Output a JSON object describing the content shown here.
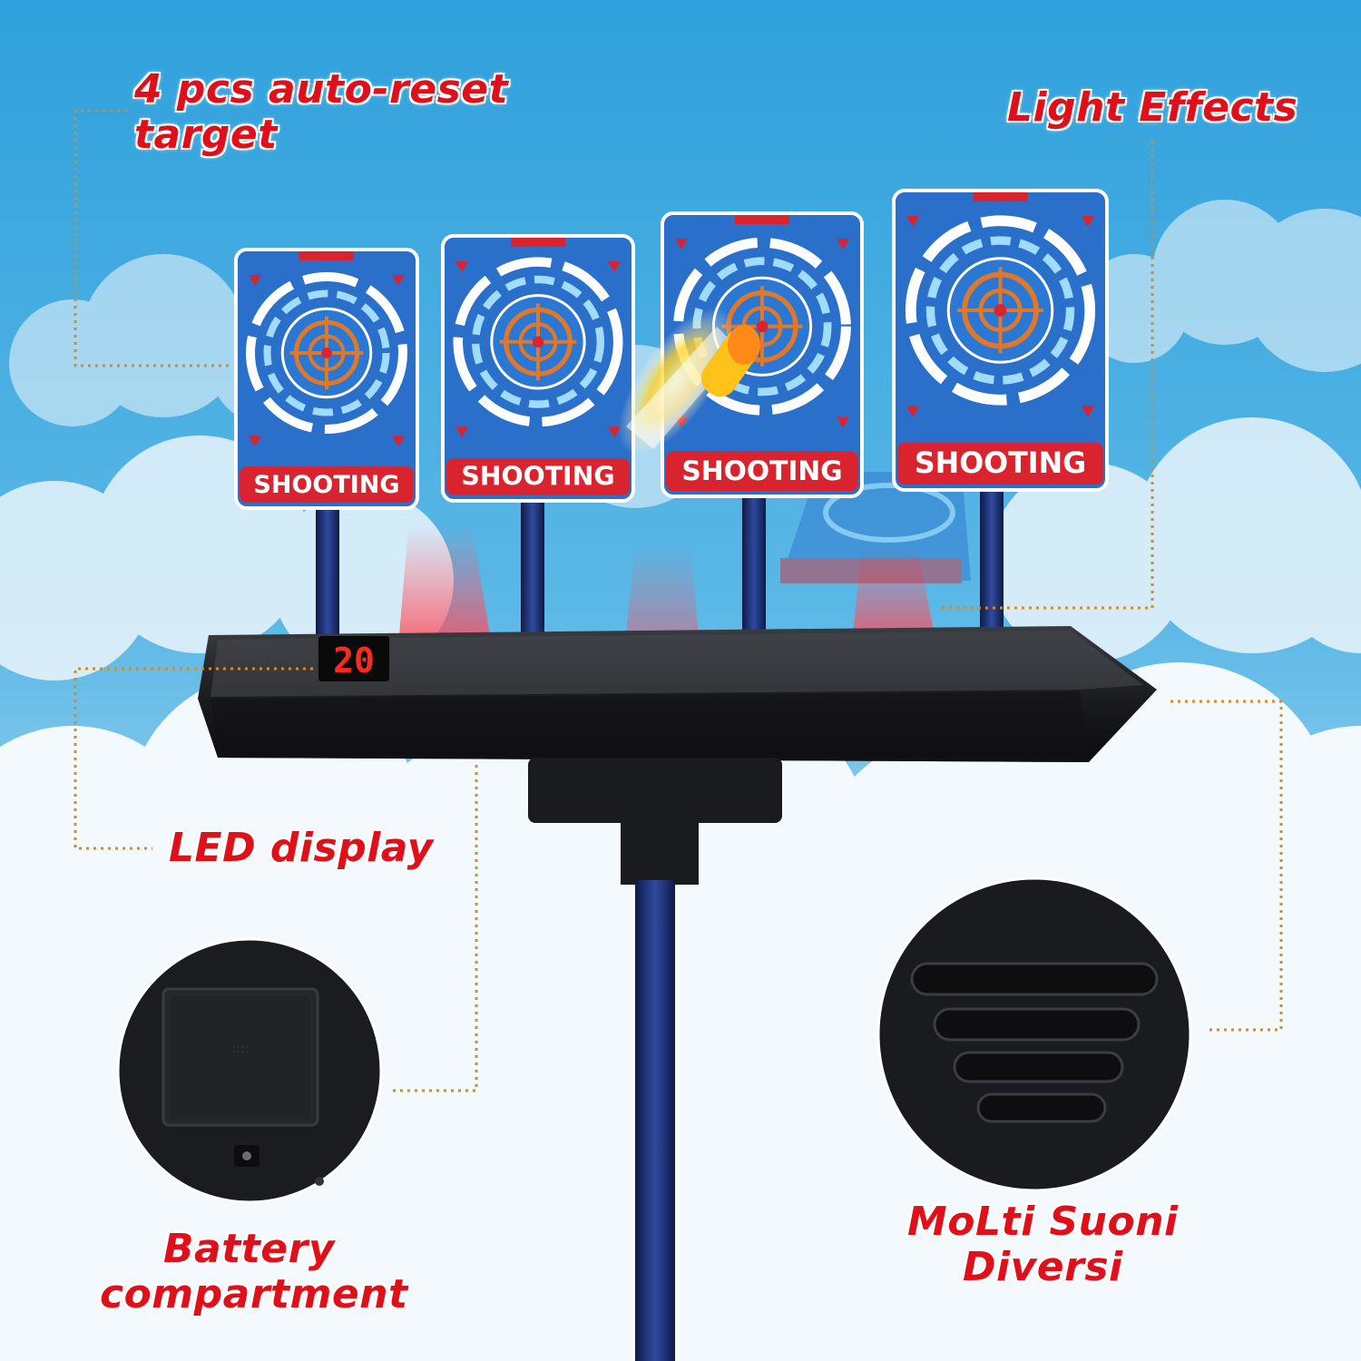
{
  "callouts": {
    "targets_line1": "4 pcs auto-reset",
    "targets_line2": "target",
    "light_effects": "Light Effects",
    "led_display": "LED display",
    "battery_line1": "Battery",
    "battery_line2": "compartment",
    "sounds_line1": "MoLti Suoni",
    "sounds_line2": "Diversi"
  },
  "targets": {
    "label": "SHOOTING",
    "count": 4
  },
  "led_display": {
    "value": "20"
  },
  "colors": {
    "sky": "#3aa8e0",
    "callout_text": "#e0101a",
    "leader_line": "#d98a1a",
    "target_blue": "#2a6fc9",
    "target_red": "#d9242f",
    "bullseye_orange": "#e0782a",
    "base_black": "#1e1f22",
    "led_red": "#ff2a1a"
  }
}
